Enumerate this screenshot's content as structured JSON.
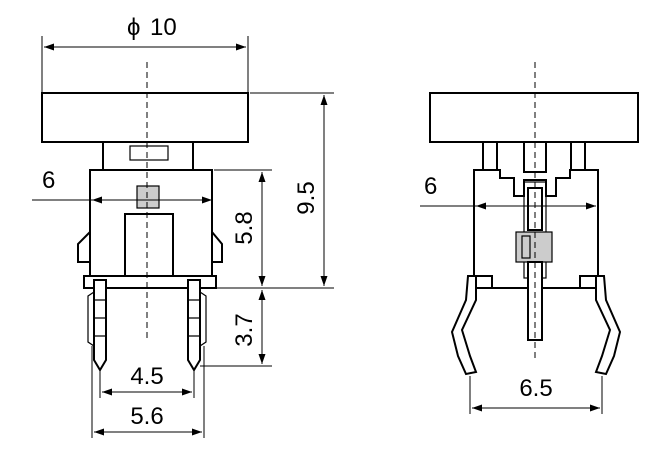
{
  "front_view": {
    "dim_diameter": {
      "symbol": "ϕ",
      "value": "10"
    },
    "dim_body_width": "6",
    "dim_total_height": "9.5",
    "dim_body_height": "5.8",
    "dim_pin_length": "3.7",
    "dim_pin_inner": "4.5",
    "dim_pin_outer": "5.6"
  },
  "side_view": {
    "dim_body_width": "6",
    "dim_lead_span": "6.5"
  }
}
